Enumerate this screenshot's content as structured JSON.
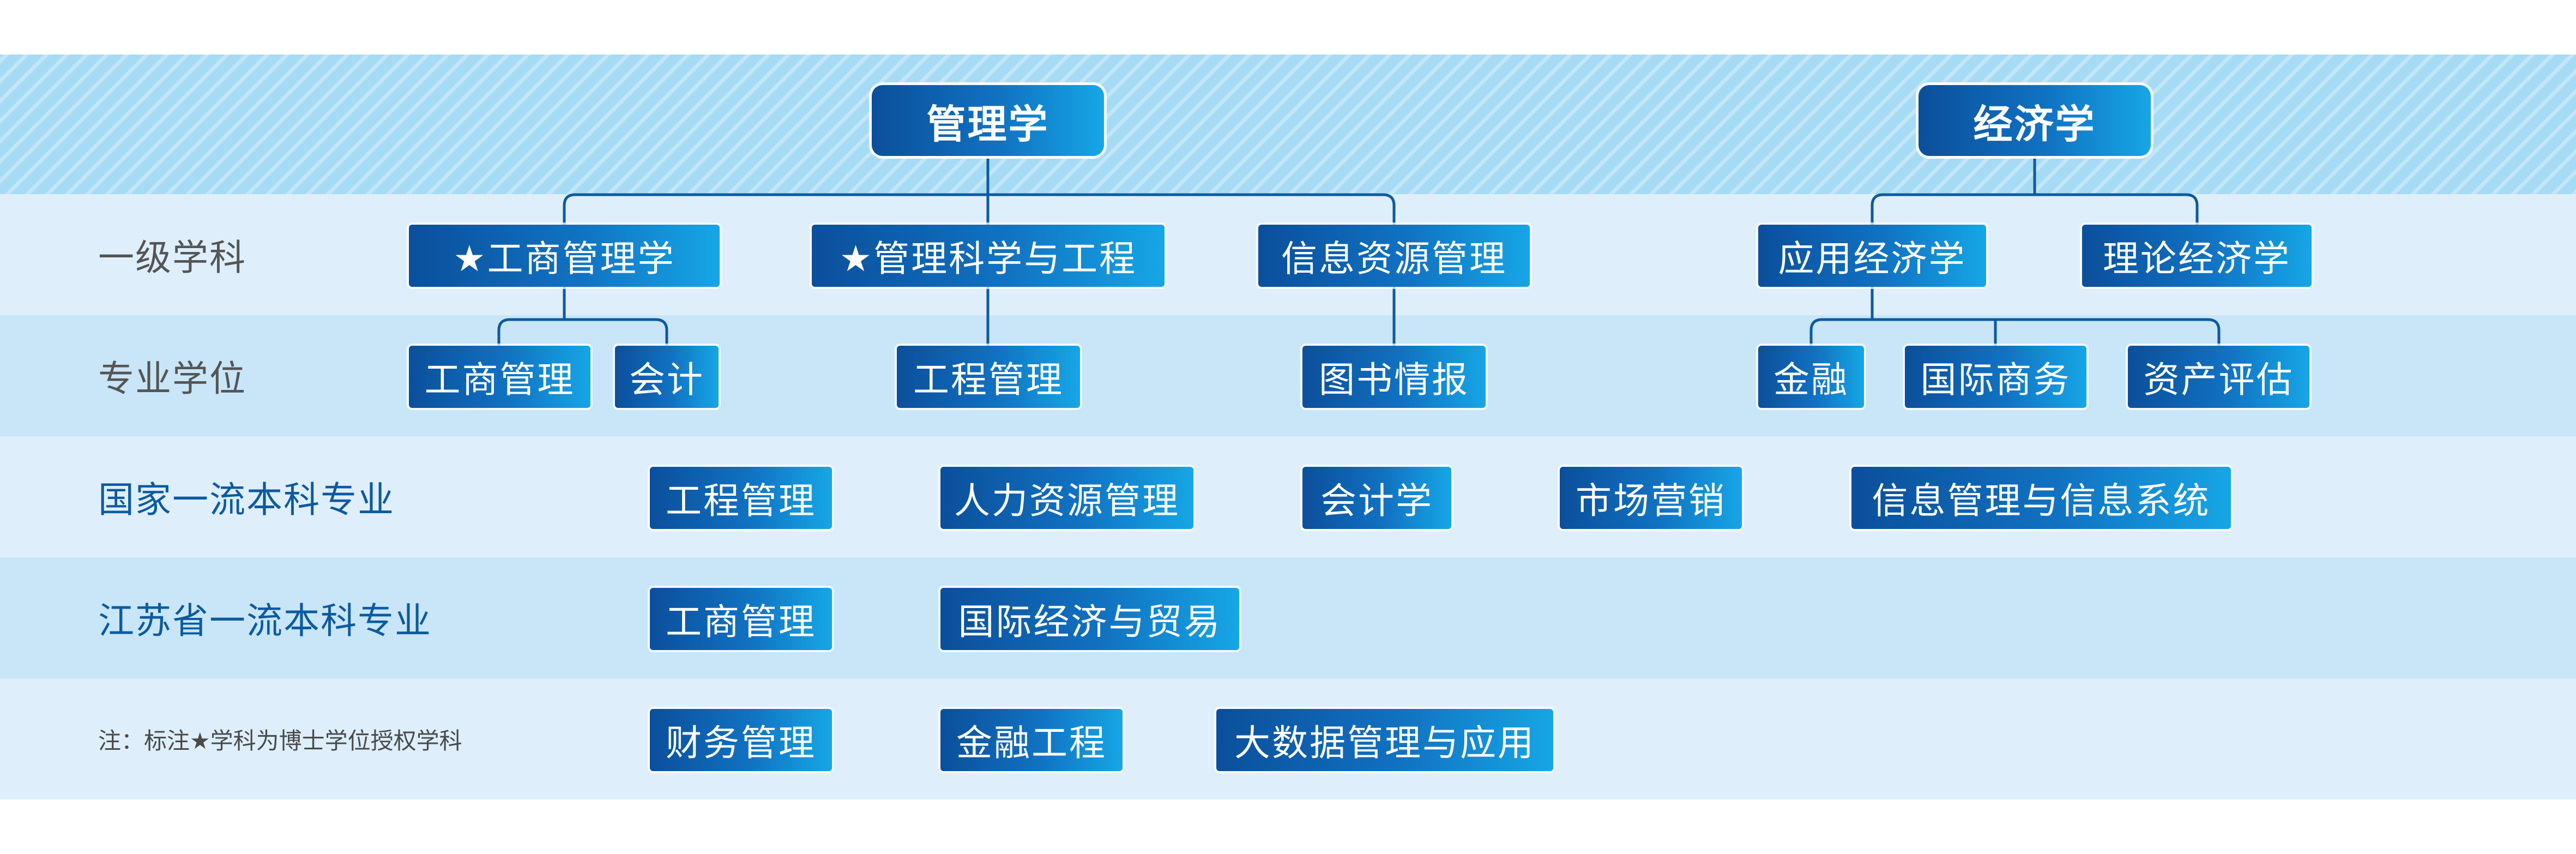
{
  "colors": {
    "node_gradient_start": "#0b4f9b",
    "node_gradient_end": "#16a6e6",
    "connector": "#0d5aa0",
    "band_top": "#a6dbf5",
    "band_light": "#deeffb",
    "band_mid": "#c8e6f8",
    "label_gray": "#555555",
    "label_blue": "#0d5aa0"
  },
  "disciplines": [
    {
      "name": "管理学",
      "first_level": [
        {
          "name": "★工商管理学",
          "professional_degrees": [
            "工商管理",
            "会计"
          ]
        },
        {
          "name": "★管理科学与工程",
          "professional_degrees": [
            "工程管理"
          ]
        },
        {
          "name": "信息资源管理",
          "professional_degrees": [
            "图书情报"
          ]
        }
      ]
    },
    {
      "name": "经济学",
      "first_level": [
        {
          "name": "应用经济学",
          "professional_degrees": [
            "金融",
            "国际商务",
            "资产评估"
          ]
        },
        {
          "name": "理论经济学",
          "professional_degrees": []
        }
      ]
    }
  ],
  "rows": {
    "first_level_label": "一级学科",
    "professional_degree_label": "专业学位",
    "national_label": "国家一流本科专业",
    "jiangsu_label": "江苏省一流本科专业",
    "note": "注：标注★学科为博士学位授权学科"
  },
  "national_majors": [
    "工程管理",
    "人力资源管理",
    "会计学",
    "市场营销",
    "信息管理与信息系统"
  ],
  "jiangsu_majors": [
    "工商管理",
    "国际经济与贸易"
  ],
  "other_majors": [
    "财务管理",
    "金融工程",
    "大数据管理与应用"
  ]
}
